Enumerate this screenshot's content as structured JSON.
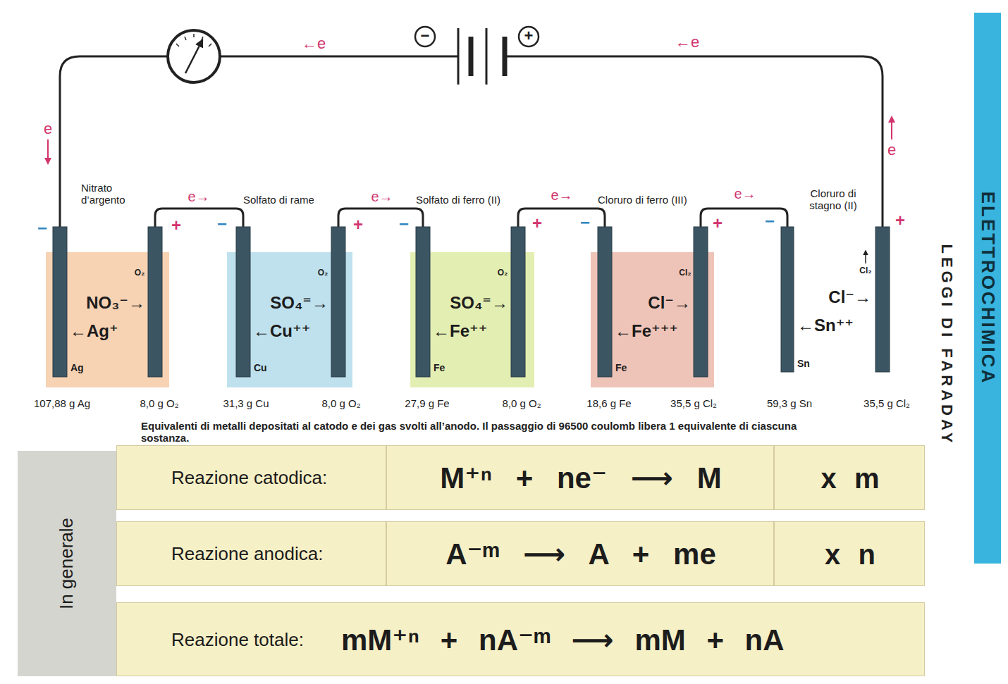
{
  "diagram": {
    "title": "LEGGI DI FARADAY",
    "caption": "Equivalenti di metalli depositati al catodo e dei gas svolti all’anodo. Il passaggio di 96500 coulomb libera 1 equivalente di ciascuna sostanza.",
    "nodes": [
      {
        "text": [
          "Nitrato d’argento",
          "NO₃⁻→",
          "←Ag⁺",
          "Ag",
          "O₂"
        ]
      },
      {
        "text": [
          "Solfato di rame",
          "SO₄⁼→",
          "←Cu⁺⁺",
          "Cu",
          "O₂"
        ]
      },
      {
        "text": [
          "Solfato di ferro (II)",
          "SO₄⁼→",
          "←Fe⁺⁺",
          "Fe",
          "O₂"
        ]
      },
      {
        "text": [
          "Cloruro di ferro (III)",
          "Cl⁻→",
          "←Fe⁺⁺⁺",
          "Fe",
          "Cl₂"
        ]
      },
      {
        "text": [
          "In generale"
        ]
      },
      {
        "text": [
          "Reazione catodica:"
        ]
      },
      {
        "text": [
          "M⁺ⁿ + ne⁻ ⟶ M"
        ]
      },
      {
        "text": [
          "x m"
        ]
      },
      {
        "text": [
          "Reazione anodica:"
        ]
      },
      {
        "text": [
          "A⁻ᵐ ⟶ A + me"
        ]
      },
      {
        "text": [
          "x n"
        ]
      },
      {
        "text": [
          "Reazione totale:",
          "mM⁺ⁿ + nA⁻ᵐ ⟶ mM + nA"
        ]
      },
      {
        "text": [
          "ELETTROCHIMICA"
        ]
      }
    ],
    "labels": [
      "←e",
      "←e",
      "e",
      "e",
      "−",
      "+",
      "e→",
      "e→",
      "e→",
      "e→",
      "−",
      "+",
      "−",
      "+",
      "−",
      "+",
      "−",
      "+",
      "−",
      "+",
      "Cloruro di stagno (II)",
      "Cl⁻→",
      "←Sn⁺⁺",
      "Sn",
      "Cl₂",
      "107,88 g Ag",
      "8,0 g O₂",
      "31,3 g Cu",
      "8,0 g O₂",
      "27,9 g Fe",
      "8,0 g O₂",
      "18,6 g Fe",
      "35,5 g Cl₂",
      "59,3 g Sn",
      "35,5 g Cl₂"
    ]
  }
}
